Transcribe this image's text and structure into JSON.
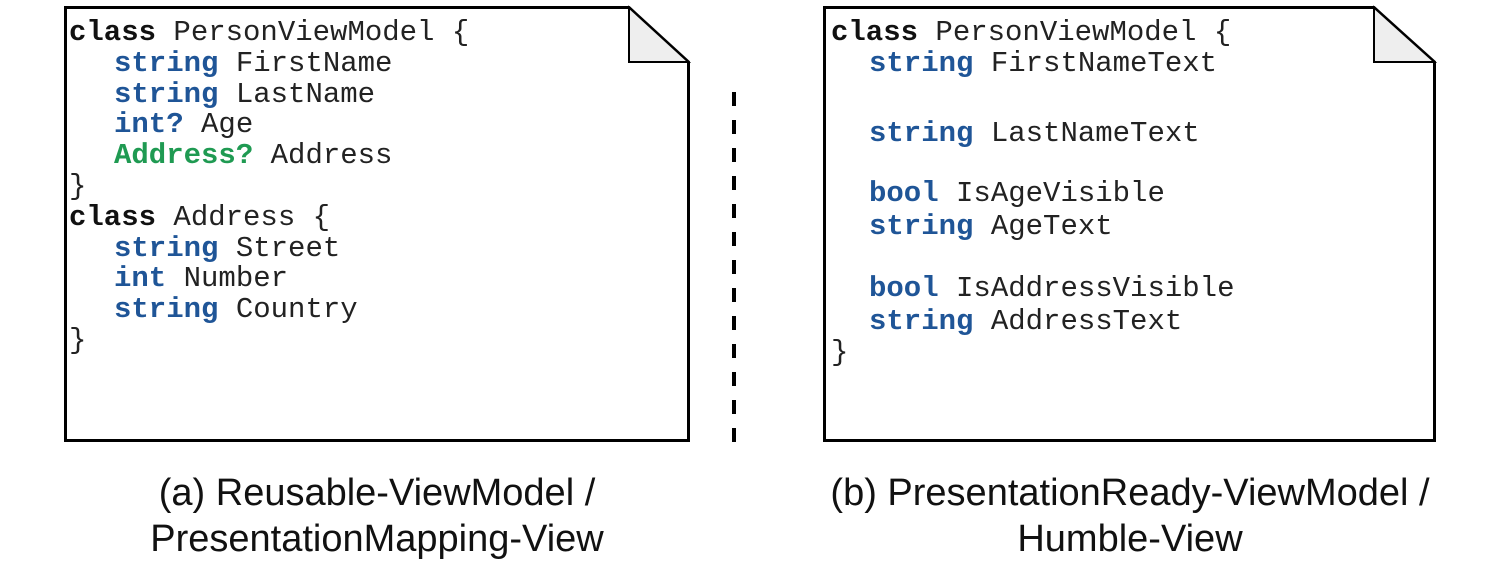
{
  "left_panel": {
    "lines": [
      {
        "kw": "class",
        "kw_kind": "class",
        "ident": "PersonViewModel {"
      },
      {
        "kw": "string",
        "kw_kind": "type",
        "ident": "FirstName"
      },
      {
        "kw": "string",
        "kw_kind": "type",
        "ident": "LastName"
      },
      {
        "kw": "int?",
        "kw_kind": "type",
        "ident": "Age"
      },
      {
        "kw": "Address?",
        "kw_kind": "ref",
        "ident": "Address"
      },
      {
        "kw": "",
        "kw_kind": "none",
        "ident": "}"
      },
      {
        "kw": "class",
        "kw_kind": "class",
        "ident": "Address {"
      },
      {
        "kw": "string",
        "kw_kind": "type",
        "ident": "Street"
      },
      {
        "kw": "int",
        "kw_kind": "type",
        "ident": "Number"
      },
      {
        "kw": "string",
        "kw_kind": "type",
        "ident": "Country"
      },
      {
        "kw": "",
        "kw_kind": "none",
        "ident": "}"
      }
    ],
    "caption_line1": "(a) Reusable-ViewModel /",
    "caption_line2": "PresentationMapping-View"
  },
  "right_panel": {
    "lines": [
      {
        "kw": "class",
        "kw_kind": "class",
        "ident": "PersonViewModel {"
      },
      {
        "kw": "string",
        "kw_kind": "type",
        "ident": "FirstNameText"
      },
      {
        "kw": "string",
        "kw_kind": "type",
        "ident": "LastNameText"
      },
      {
        "kw": "bool",
        "kw_kind": "type",
        "ident": "IsAgeVisible"
      },
      {
        "kw": "string",
        "kw_kind": "type",
        "ident": "AgeText"
      },
      {
        "kw": "bool",
        "kw_kind": "type",
        "ident": "IsAddressVisible"
      },
      {
        "kw": "string",
        "kw_kind": "type",
        "ident": "AddressText"
      },
      {
        "kw": "",
        "kw_kind": "none",
        "ident": "}"
      }
    ],
    "caption_line1": "(b) PresentationReady-ViewModel /",
    "caption_line2": "Humble-View"
  },
  "colors": {
    "class_keyword": "#111111",
    "type_keyword": "#1f5597",
    "reference_type_keyword": "#1f9a52",
    "identifier": "#222222"
  }
}
